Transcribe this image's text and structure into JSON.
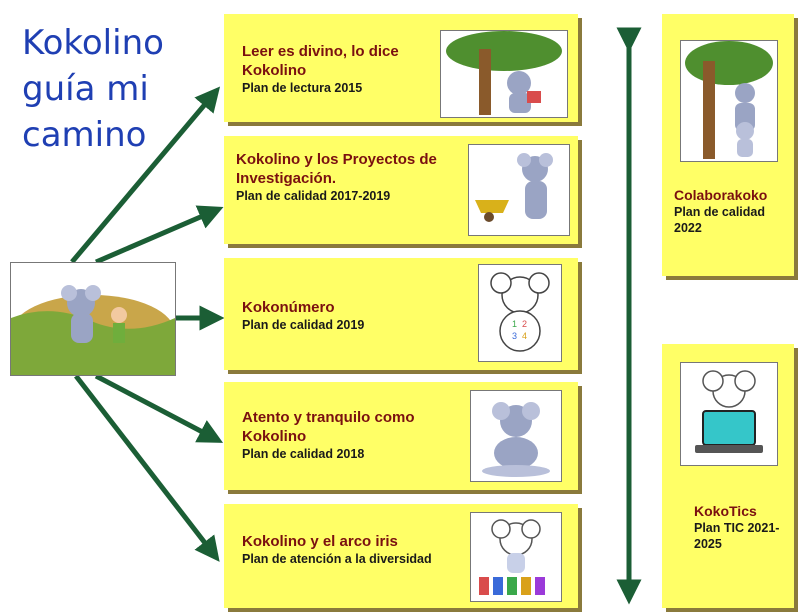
{
  "title_lines": [
    "Kokolino",
    "guía mi",
    "camino"
  ],
  "cards": [
    {
      "title": "Leer es divino, lo dice Kokolino",
      "subtitle": "Plan de lectura 2015",
      "image": "koala-reading-under-tree"
    },
    {
      "title": "Kokolino y los Proyectos de Investigación.",
      "subtitle": "Plan de calidad 2017-2019",
      "image": "koala-with-wheelbarrow"
    },
    {
      "title": "Kokonúmero",
      "subtitle": "Plan de calidad 2019",
      "image": "koala-with-numbers"
    },
    {
      "title": "Atento y tranquilo como Kokolino",
      "subtitle": "Plan de calidad 2018",
      "image": "koala-meditating"
    },
    {
      "title": "Kokolino y el arco iris",
      "subtitle": "Plan de atención a la diversidad",
      "image": "koala-with-rainbow-kids"
    }
  ],
  "right_cards": [
    {
      "title": "Colaborakoko",
      "subtitle": "Plan de calidad 2022",
      "image": "koala-couple-under-tree"
    },
    {
      "title": "KokoTics",
      "subtitle": "Plan TIC 2021-2025",
      "image": "koala-with-laptop"
    }
  ],
  "hub_image": "koala-walking-with-child",
  "colors": {
    "card_fill": "#ffff66",
    "arrow": "#1b5e35",
    "title": "#1f3fb3",
    "card_title": "#7a1010"
  }
}
